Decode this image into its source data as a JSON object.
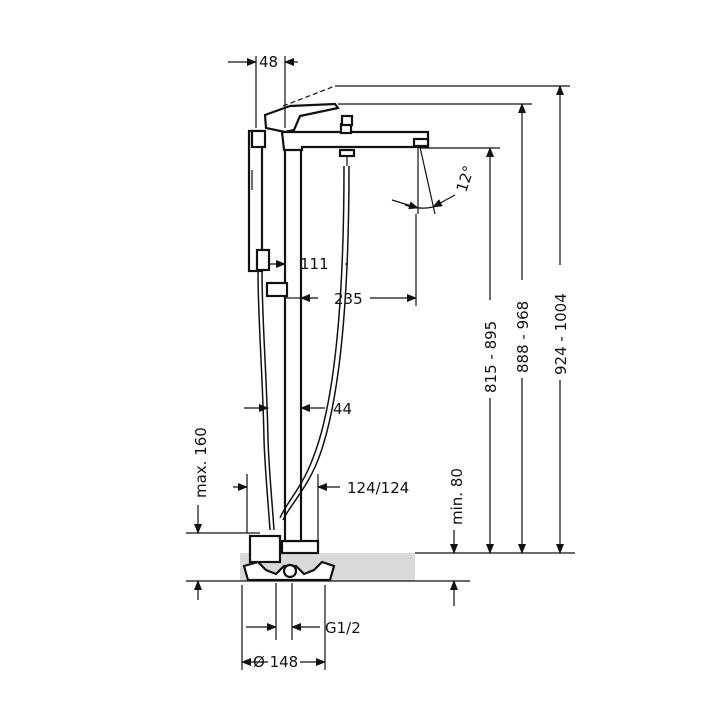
{
  "diagram": {
    "colors": {
      "line": "#111111",
      "floor": "#d9d9d9",
      "background": "#ffffff"
    },
    "labels": {
      "d48": "48",
      "d12deg": "12°",
      "d111": "111",
      "d235": "235",
      "d44": "44",
      "d124": "124/124",
      "max160": "max. 160",
      "min80": "min. 80",
      "h815": "815 - 895",
      "h888": "888 - 968",
      "h924": "924 - 1004",
      "g12": "G1/2",
      "d148": "Ø 148"
    }
  }
}
